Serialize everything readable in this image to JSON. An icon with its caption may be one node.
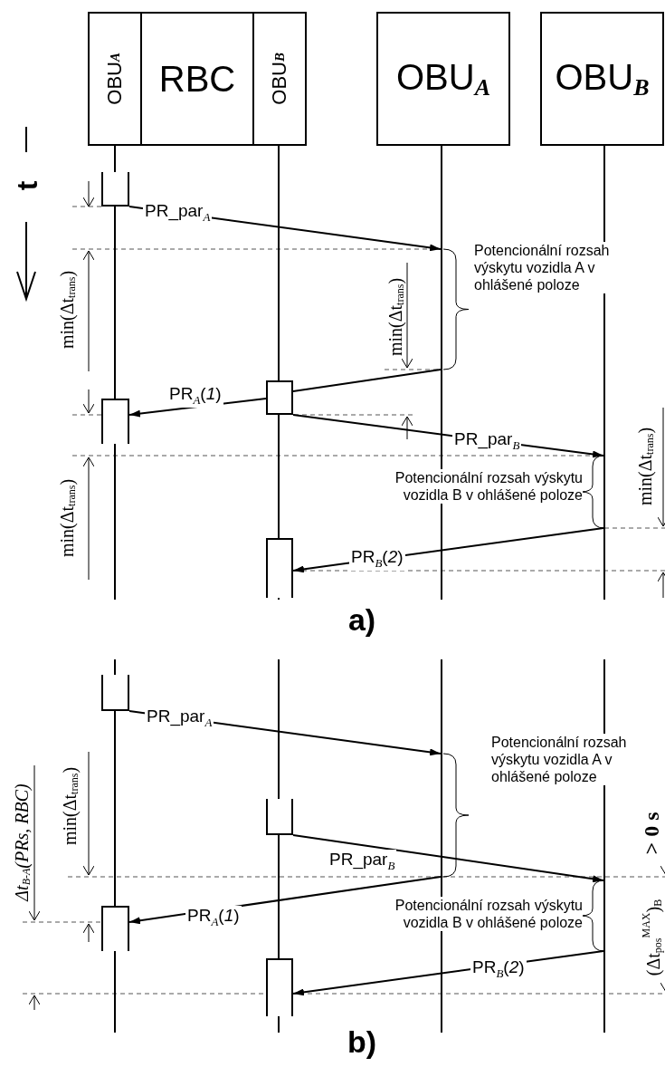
{
  "diagram": {
    "nodes": [
      {
        "text": [
          "OBU$_{A}$"
        ]
      },
      {
        "text": [
          "RBC"
        ]
      },
      {
        "text": [
          "OBU$_{B}$"
        ]
      },
      {
        "text": [
          "OBU$_{A}$"
        ]
      },
      {
        "text": [
          "OBU$_{B}$"
        ]
      },
      {
        "text": [],
        "shape": "line"
      },
      {
        "text": [],
        "shape": "line"
      },
      {
        "text": [],
        "shape": "line"
      },
      {
        "text": [],
        "shape": "line"
      },
      {
        "text": [],
        "shape": "line"
      },
      {
        "text": [],
        "shape": "line"
      },
      {
        "text": [],
        "shape": "line"
      },
      {
        "text": [],
        "shape": "line"
      },
      {
        "text": [],
        "shape": "box"
      },
      {
        "text": [],
        "shape": "box"
      },
      {
        "text": [],
        "shape": "box"
      },
      {
        "text": [],
        "shape": "box"
      },
      {
        "text": [],
        "shape": "box"
      },
      {
        "text": [],
        "shape": "box"
      },
      {
        "text": [],
        "shape": "box"
      },
      {
        "text": [],
        "shape": "box"
      }
    ],
    "edges": [
      {
        "from": 13,
        "to": 7,
        "arrow": "to",
        "label": "PR_par$_{A}$"
      },
      {
        "from": 7,
        "to": 14,
        "arrow": "none"
      },
      {
        "from": 14,
        "to": 15,
        "arrow": "to",
        "label": "PR$_{A}$(*1*)"
      },
      {
        "from": 14,
        "to": 8,
        "arrow": "to",
        "label": "PR_par$_{B}$"
      },
      {
        "from": 8,
        "to": 16,
        "arrow": "to",
        "label": "PR$_{B}$(*2*)"
      },
      {
        "from": 17,
        "to": 11,
        "arrow": "to",
        "label": "PR_par$_{A}$"
      },
      {
        "from": 18,
        "to": 12,
        "arrow": "to",
        "label": "PR_par$_{B}$"
      },
      {
        "from": 11,
        "to": 19,
        "arrow": "to",
        "label": "PR$_{A}$(*1*)"
      },
      {
        "from": 12,
        "to": 20,
        "arrow": "to",
        "label": "PR$_{B}$(*2*)"
      }
    ],
    "labels": [
      "t",
      "Potencionální rozsah výskytu vozidla A v ohlášené poloze",
      "min(Δt$_{trans}$)",
      "min(Δt$_{trans}$)",
      "min(Δt$_{trans}$)",
      "Potencionální rozsah výskytu vozidla B v ohlášené poloze",
      "min(Δt$_{trans}$)",
      "a)",
      "Potencionální rozsah výskytu vozidla A v ohlášené poloze",
      "Δt$_{B-A}$(PRs, RBC)",
      "min(Δt$_{trans}$)",
      "> 0 s",
      "Potencionální rozsah výskytu vozidla B v ohlášené poloze",
      "(Δt$_{pos}$$^{MAX}$)$_{B}$",
      "b)"
    ]
  }
}
